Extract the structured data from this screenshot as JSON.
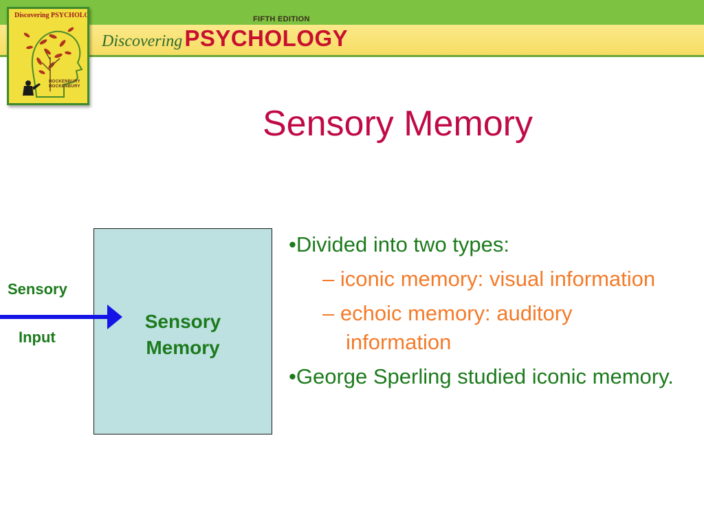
{
  "header": {
    "edition": "FIFTH EDITION",
    "brand_script": "Discovering",
    "brand_main": "PSYCHOLOGY"
  },
  "cover": {
    "title": "Discovering PSYCHOLOGY",
    "author1": "HOCKENBURY",
    "author2": "HOCKENBURY"
  },
  "title": "Sensory Memory",
  "diagram": {
    "input_label_1": "Sensory",
    "input_label_2": "Input",
    "box_label_1": "Sensory",
    "box_label_2": "Memory",
    "arrow_color": "#1414e6",
    "box_color": "#bde1e1"
  },
  "bullets": {
    "b1": "•Divided into two types:",
    "sub1": "– iconic memory: visual information",
    "sub2": "– echoic memory: auditory information",
    "b2": "•George Sperling studied iconic memory."
  },
  "colors": {
    "title": "#c00a46",
    "bullet": "#1c7a1c",
    "sub_bullet": "#f37b2a",
    "brand_red": "#c8102e",
    "band_green": "#7dc241"
  }
}
